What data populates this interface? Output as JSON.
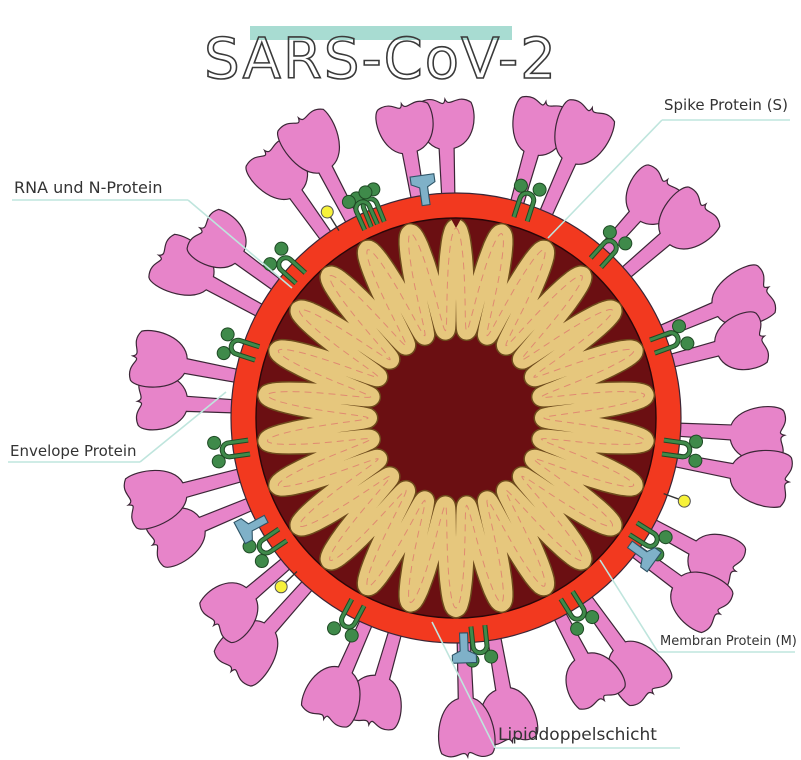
{
  "title": "SARS-CoV-2",
  "labels": {
    "spike": "Spike Protein (S)",
    "rna": "RNA und N-Protein",
    "envelope": "Envelope Protein",
    "membrane": "Membran Protein (M)",
    "lipid": "Lipiddoppelschicht"
  },
  "colors": {
    "title_highlight": "#a8dcd2",
    "leader_line": "#bfe5dd",
    "spike": "#e784c9",
    "spike_outline": "#3b2636",
    "lipid_layer": "#f2391f",
    "core": "#6b0f12",
    "rna": "#e6c77d",
    "rna_inner": "#e08a72",
    "membrane_protein": "#3f8a4a",
    "envelope_protein": "#7fb1c8",
    "yellow_protein": "#f7f23a"
  }
}
